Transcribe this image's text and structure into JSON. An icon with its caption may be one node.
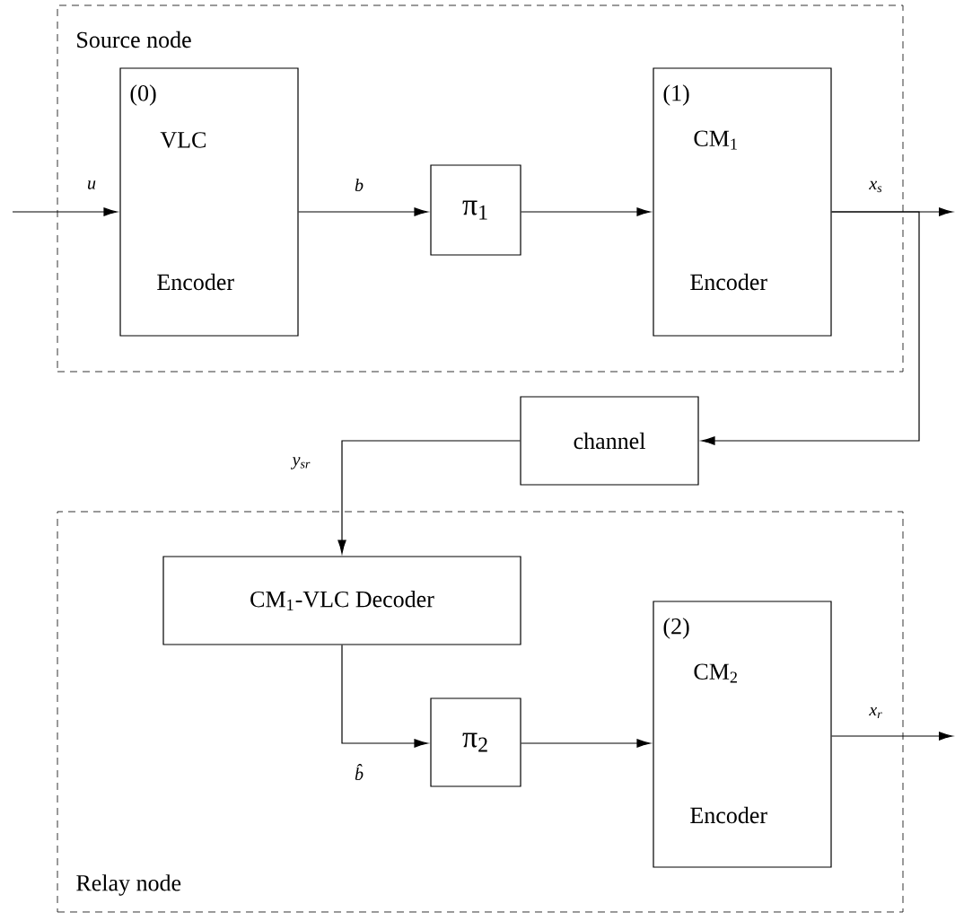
{
  "diagram": {
    "nodes": [
      {
        "text": [
          "Source node"
        ]
      },
      {
        "text": [
          "(0)",
          "VLC",
          "Encoder"
        ],
        "in": 0
      },
      {
        "text": [
          "π$_{1}$"
        ],
        "in": 0
      },
      {
        "text": [
          "(1)",
          "CM$_{1}$",
          "Encoder"
        ],
        "in": 0
      },
      {
        "text": [
          "channel"
        ]
      },
      {
        "text": [
          "Relay node"
        ]
      },
      {
        "text": [
          "CM$_{1}$-VLC Decoder"
        ],
        "in": 5
      },
      {
        "text": [
          "π$_{2}$"
        ],
        "in": 5
      },
      {
        "text": [
          "(2)",
          "CM$_{2}$",
          "Encoder"
        ],
        "in": 5
      }
    ],
    "edges": [
      {
        "from": null,
        "to": 1,
        "arrow": "to",
        "label": "u"
      },
      {
        "from": 1,
        "to": 2,
        "arrow": "to",
        "label": "b"
      },
      {
        "from": 2,
        "to": 3,
        "arrow": "to"
      },
      {
        "from": 3,
        "to": null,
        "arrow": "to",
        "label": "x$_{s}$"
      },
      {
        "from": 3,
        "to": 4,
        "arrow": "to"
      },
      {
        "from": 4,
        "to": 6,
        "arrow": "to",
        "label": "y$_{sr}$"
      },
      {
        "from": 6,
        "to": 7,
        "arrow": "to",
        "label": "b̂"
      },
      {
        "from": 7,
        "to": 8,
        "arrow": "to"
      },
      {
        "from": 8,
        "to": null,
        "arrow": "to",
        "label": "x$_{r}$"
      }
    ]
  }
}
